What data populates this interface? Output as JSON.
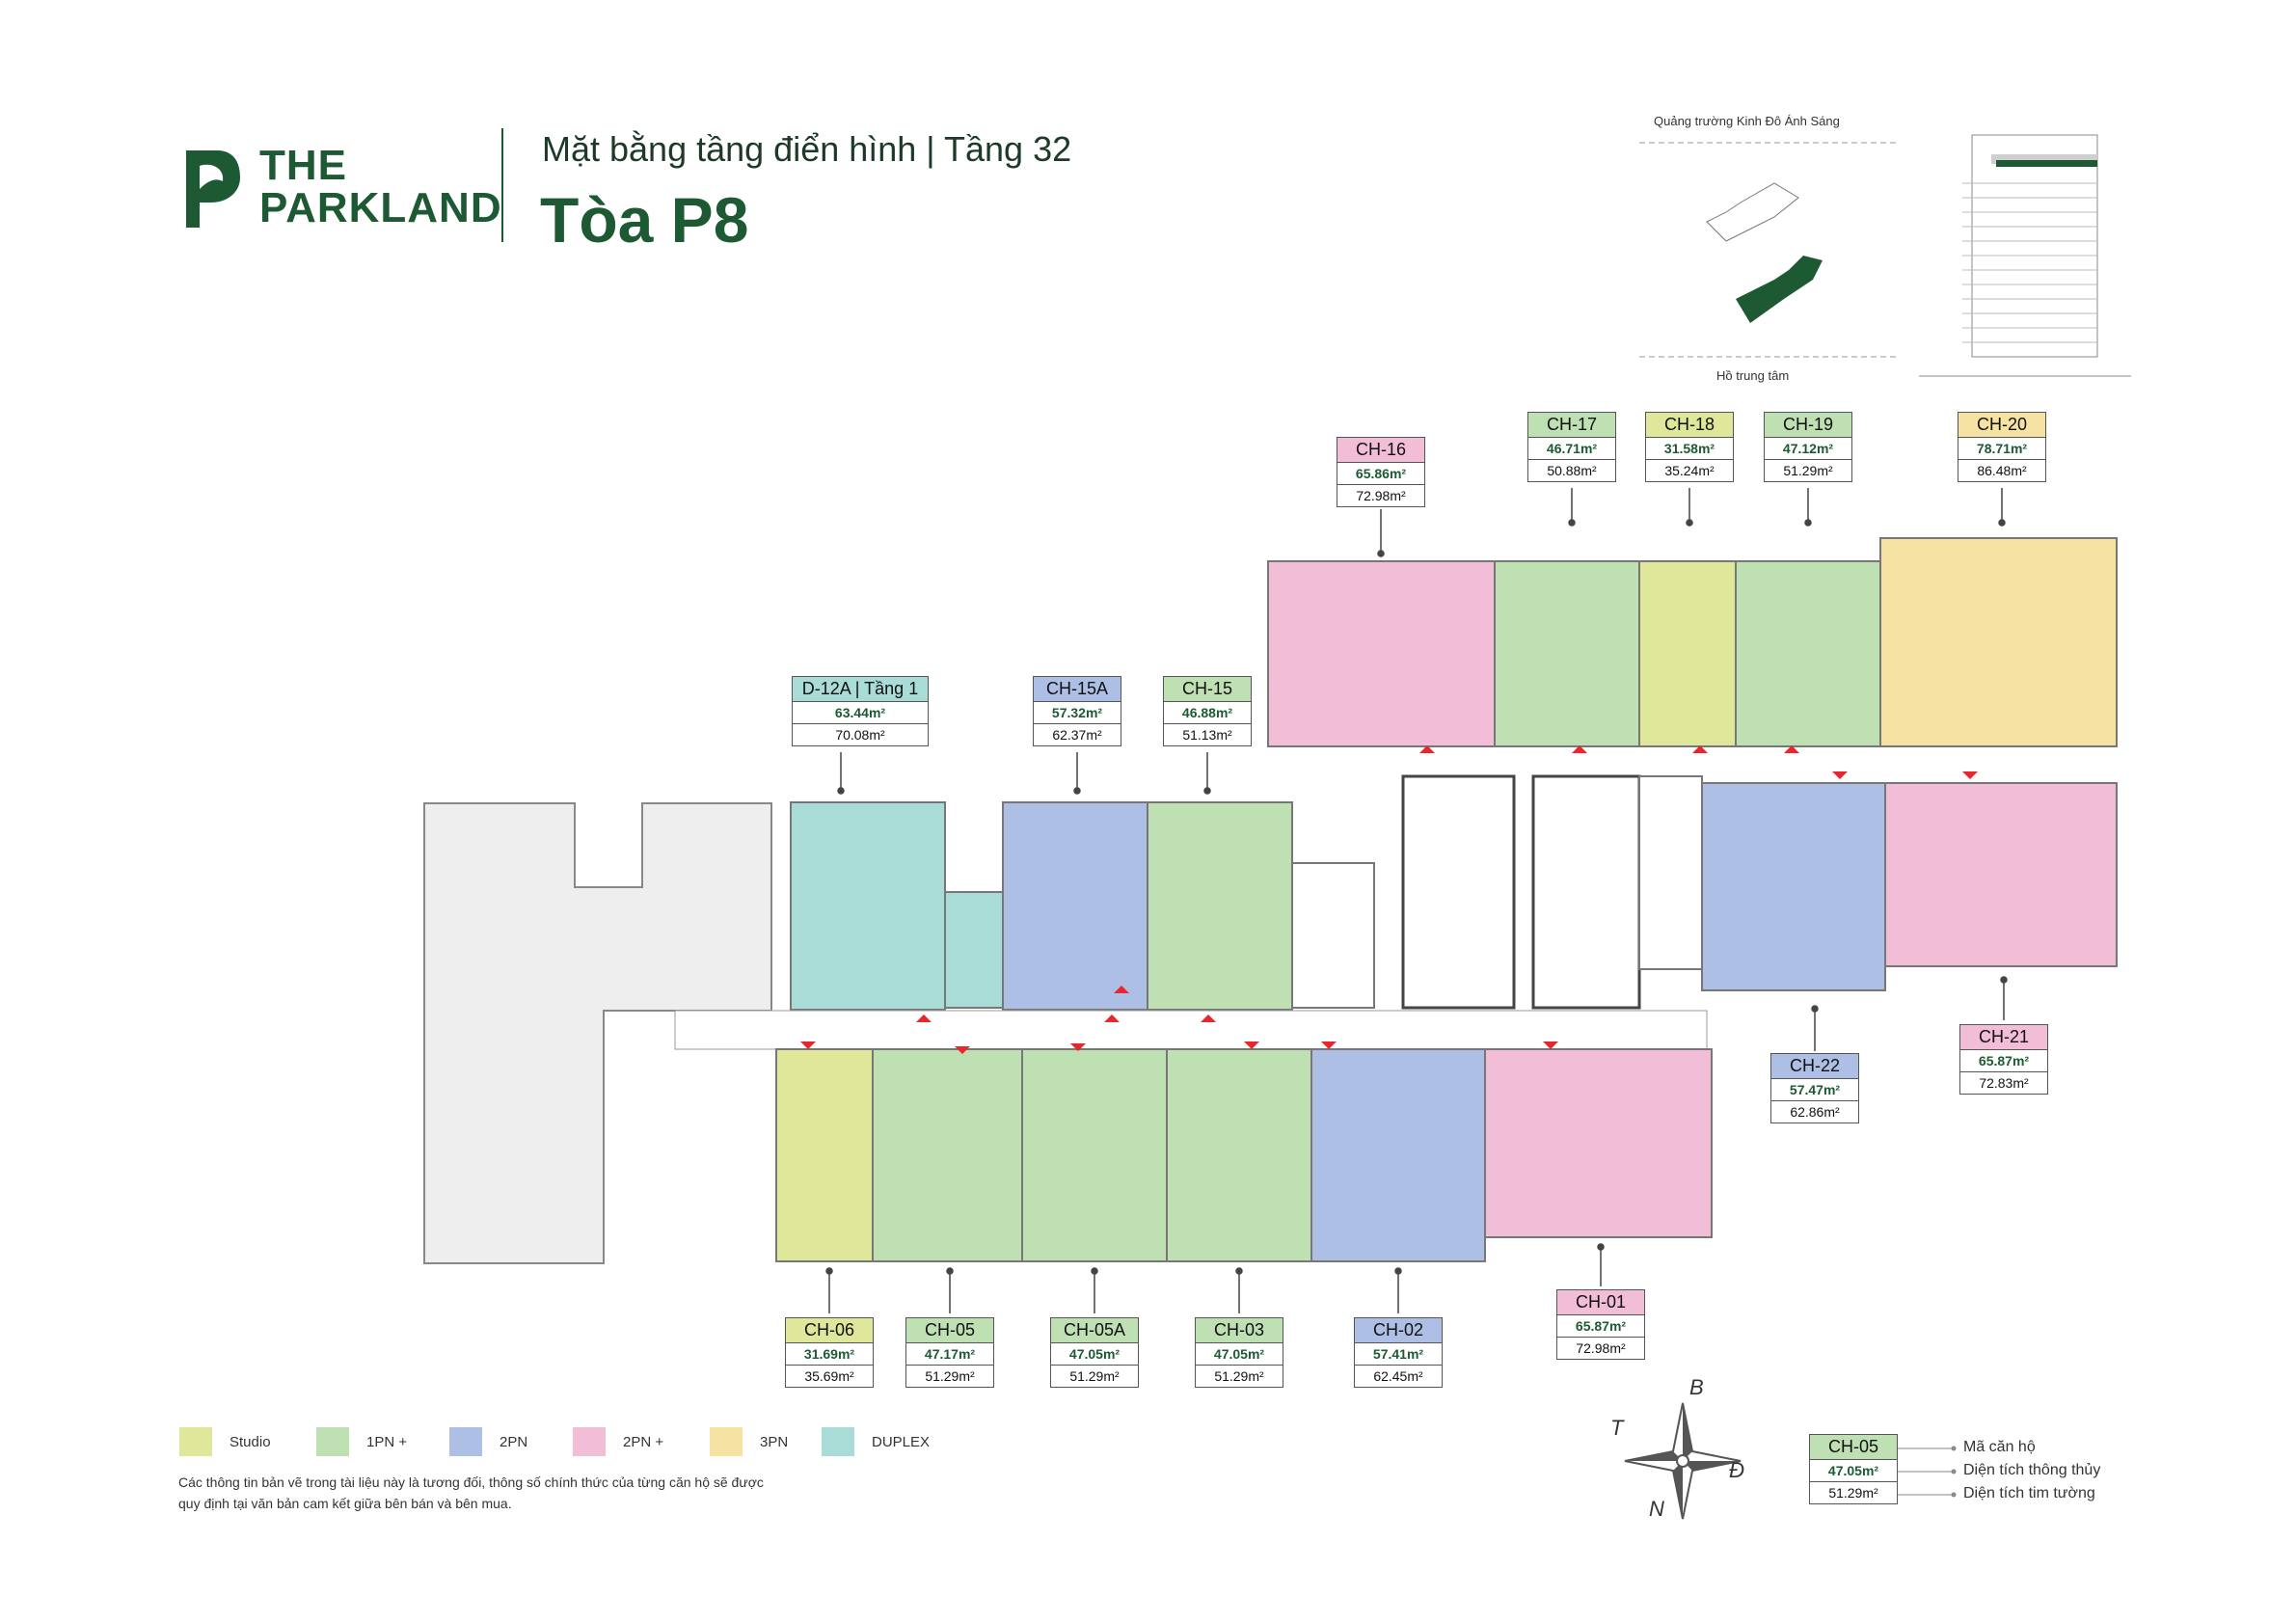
{
  "brand": {
    "line1": "THE",
    "line2": "PARKLAND"
  },
  "header": {
    "subtitle": "Mặt bằng tầng điển hình | Tầng 32",
    "title": "Tòa P8"
  },
  "site": {
    "top_label": "Quảng trường Kinh Đô Ánh Sáng",
    "bottom_label": "Hồ trung tâm"
  },
  "colors": {
    "studio": "#dfe79a",
    "one_pn": "#bfe0b3",
    "two_pn": "#aebfe6",
    "two_pn_plus": "#f2bdd6",
    "three_pn": "#f6e3a4",
    "duplex": "#a9dcd6",
    "brand": "#1d5a33"
  },
  "units": [
    {
      "id": "CH-16",
      "net": "65.86m²",
      "gross": "72.98m²",
      "type": "two_pn_plus"
    },
    {
      "id": "CH-17",
      "net": "46.71m²",
      "gross": "50.88m²",
      "type": "one_pn"
    },
    {
      "id": "CH-18",
      "net": "31.58m²",
      "gross": "35.24m²",
      "type": "studio"
    },
    {
      "id": "CH-19",
      "net": "47.12m²",
      "gross": "51.29m²",
      "type": "one_pn"
    },
    {
      "id": "CH-20",
      "net": "78.71m²",
      "gross": "86.48m²",
      "type": "three_pn"
    },
    {
      "id": "D-12A | Tầng 1",
      "net": "63.44m²",
      "gross": "70.08m²",
      "type": "duplex"
    },
    {
      "id": "CH-15A",
      "net": "57.32m²",
      "gross": "62.37m²",
      "type": "two_pn"
    },
    {
      "id": "CH-15",
      "net": "46.88m²",
      "gross": "51.13m²",
      "type": "one_pn"
    },
    {
      "id": "CH-22",
      "net": "57.47m²",
      "gross": "62.86m²",
      "type": "two_pn"
    },
    {
      "id": "CH-21",
      "net": "65.87m²",
      "gross": "72.83m²",
      "type": "two_pn_plus"
    },
    {
      "id": "CH-01",
      "net": "65.87m²",
      "gross": "72.98m²",
      "type": "two_pn_plus"
    },
    {
      "id": "CH-06",
      "net": "31.69m²",
      "gross": "35.69m²",
      "type": "studio"
    },
    {
      "id": "CH-05",
      "net": "47.17m²",
      "gross": "51.29m²",
      "type": "one_pn"
    },
    {
      "id": "CH-05A",
      "net": "47.05m²",
      "gross": "51.29m²",
      "type": "one_pn"
    },
    {
      "id": "CH-03",
      "net": "47.05m²",
      "gross": "51.29m²",
      "type": "one_pn"
    },
    {
      "id": "CH-02",
      "net": "57.41m²",
      "gross": "62.45m²",
      "type": "two_pn"
    }
  ],
  "legend": [
    {
      "label": "Studio",
      "color": "#dfe79a"
    },
    {
      "label": "1PN +",
      "color": "#bfe0b3"
    },
    {
      "label": "2PN",
      "color": "#aebfe6"
    },
    {
      "label": "2PN +",
      "color": "#f2bdd6"
    },
    {
      "label": "3PN",
      "color": "#f6e3a4"
    },
    {
      "label": "DUPLEX",
      "color": "#a9dcd6"
    }
  ],
  "note": "Các thông tin bản vẽ trong tài liệu này là tương đối, thông số chính thức của từng căn hộ sẽ được quy định tại văn bản cam kết giữa bên bán và bên mua.",
  "compass": {
    "north": "B",
    "east": "Đ",
    "south": "N",
    "west": "T"
  },
  "key": {
    "id": "CH-05",
    "net": "47.05m²",
    "gross": "51.29m²",
    "id_label": "Mã căn hộ",
    "net_label": "Diện tích thông thủy",
    "gross_label": "Diện tích tim tường"
  }
}
